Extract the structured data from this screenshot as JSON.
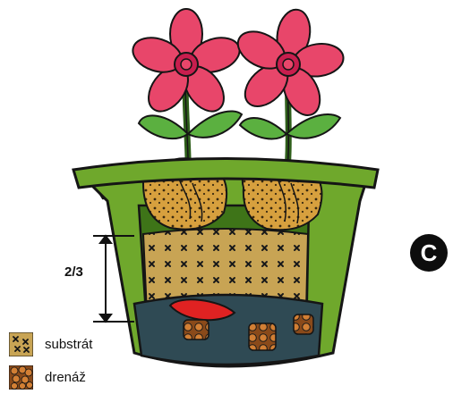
{
  "ratio_label": "2/3",
  "legend": [
    {
      "label": "substrát",
      "swatch": "substrate-swatch"
    },
    {
      "label": "drenáž",
      "swatch": "drainage-swatch"
    }
  ],
  "badge_letter": "C",
  "colors": {
    "petal": "#e8466a",
    "petal_center": "#c81e4e",
    "leaf": "#5bb040",
    "pot_green": "#6fa82c",
    "pot_dark": "#3e7418",
    "pot_inner": "#4a8a20",
    "substrate": "#c8a454",
    "root_ball": "#d7a03e",
    "drainage": "#b06a2a",
    "reservoir": "#2f4a54",
    "red_blob": "#e02222",
    "outline": "#151515",
    "badge": "#0d0d0d"
  },
  "icons": [
    "flower-icon",
    "leaf-icon",
    "pot-icon",
    "dimension-arrow-icon",
    "substrate-swatch",
    "drainage-swatch"
  ]
}
